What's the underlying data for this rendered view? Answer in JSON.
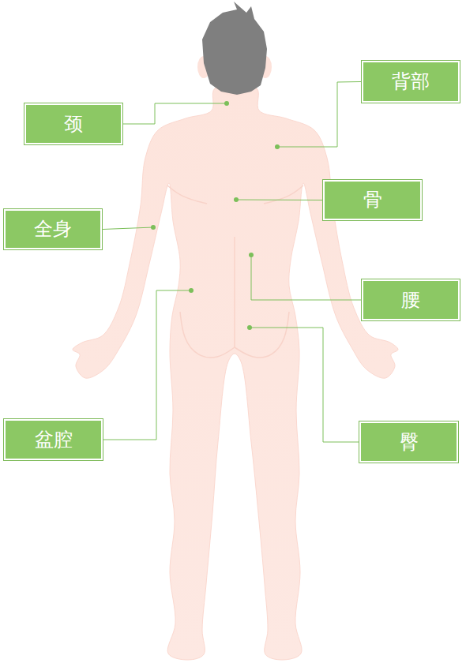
{
  "diagram": {
    "nodes": [
      {
        "text": [
          "背部"
        ]
      },
      {
        "text": [
          "颈"
        ]
      },
      {
        "text": [
          "骨"
        ]
      },
      {
        "text": [
          "全身"
        ]
      },
      {
        "text": [
          "腰"
        ]
      },
      {
        "text": [
          "盆腔"
        ]
      },
      {
        "text": [
          "臀"
        ]
      }
    ]
  }
}
